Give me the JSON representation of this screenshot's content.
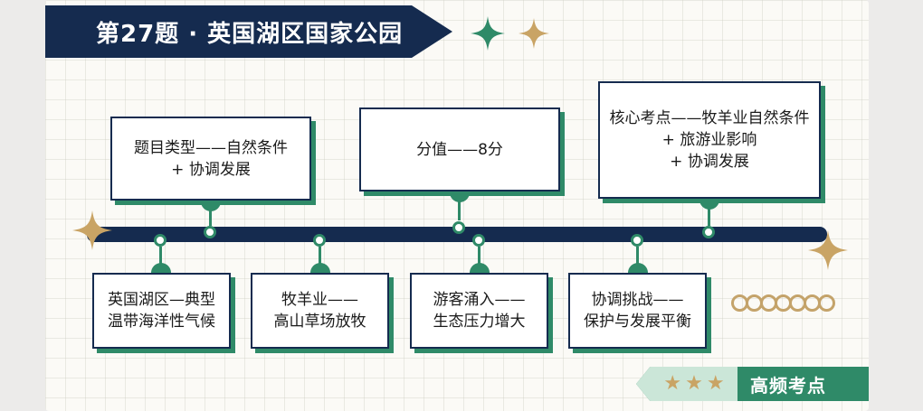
{
  "header": {
    "title": "第27题 · 英国湖区国家公园"
  },
  "top_nodes": [
    {
      "text": "题目类型——自然条件\n+ 协调发展"
    },
    {
      "text": "分值——8分"
    },
    {
      "text": "核心考点——牧羊业自然条件\n+ 旅游业影响\n+ 协调发展"
    }
  ],
  "bottom_nodes": [
    {
      "text": "英国湖区—典型\n温带海洋性气候"
    },
    {
      "text": "牧羊业——\n高山草场放牧"
    },
    {
      "text": "游客涌入——\n生态压力增大"
    },
    {
      "text": "协调挑战——\n保护与发展平衡"
    }
  ],
  "badge": {
    "label": "高频考点",
    "stars": [
      "★",
      "★",
      "★"
    ]
  },
  "colors": {
    "navy": "#152b4f",
    "green": "#2f8a68",
    "gold": "#c4a36a"
  },
  "decor": {
    "ring_count": 7
  }
}
